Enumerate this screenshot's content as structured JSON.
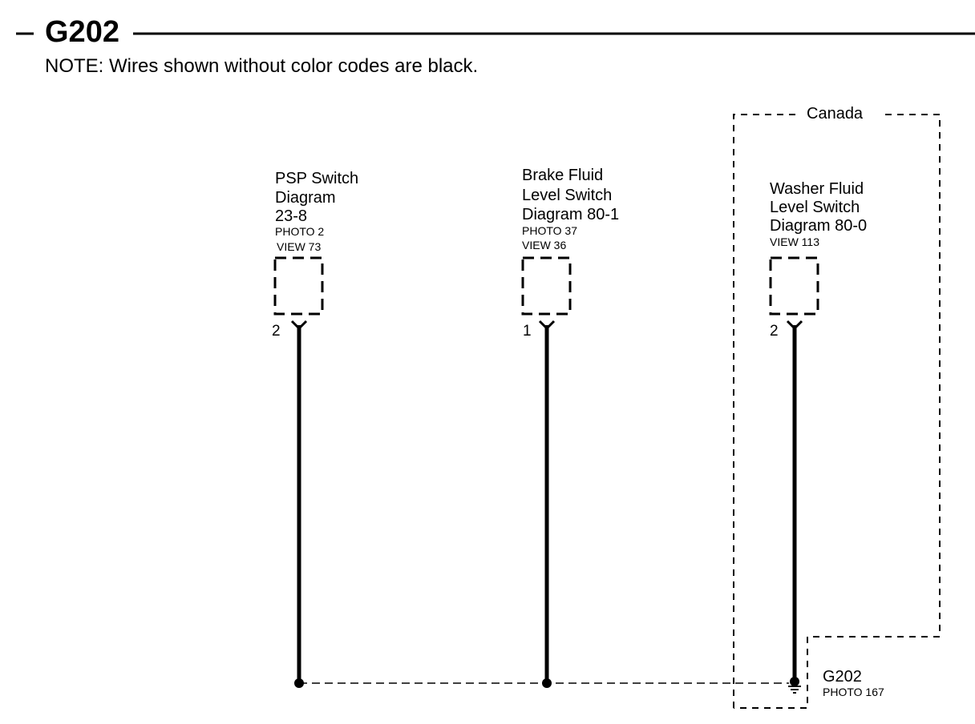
{
  "header": {
    "title": "G202",
    "note": "NOTE: Wires shown without color codes are black."
  },
  "region": {
    "label": "Canada"
  },
  "components": [
    {
      "lines": [
        "PSP Switch",
        "Diagram",
        "23-8"
      ],
      "small_lines": [
        "PHOTO 2",
        "VIEW 73"
      ],
      "pin": "2"
    },
    {
      "lines": [
        "Brake Fluid",
        "Level Switch",
        "Diagram 80-1"
      ],
      "small_lines": [
        "PHOTO 37",
        "VIEW 36"
      ],
      "pin": "1"
    },
    {
      "lines": [
        "Washer Fluid",
        "Level Switch",
        "Diagram 80-0"
      ],
      "small_lines": [
        "VIEW 113"
      ],
      "pin": "2"
    }
  ],
  "ground": {
    "label": "G202",
    "photo": "PHOTO 167"
  }
}
